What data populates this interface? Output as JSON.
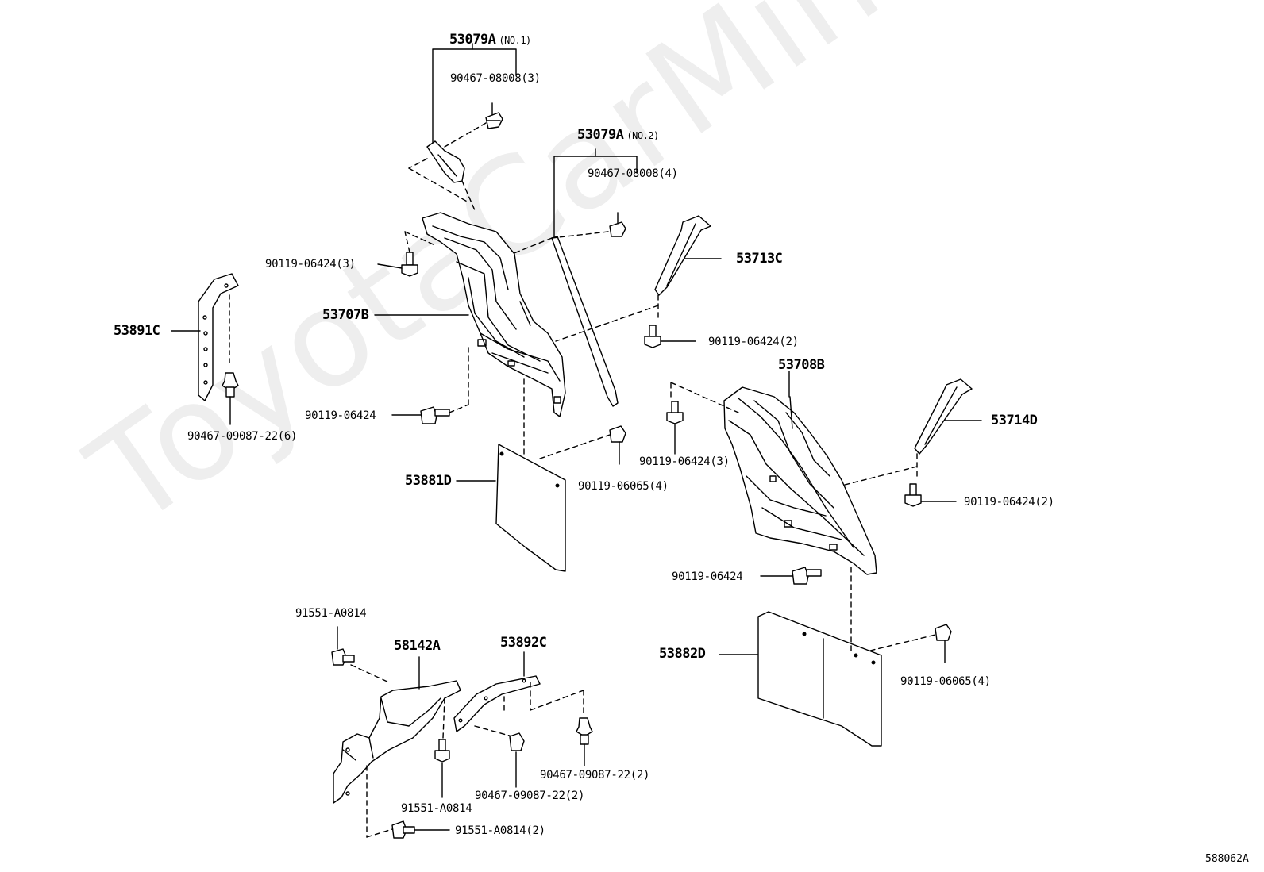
{
  "watermark": "ToyotaCarMine.ru",
  "diagram_code": "588062A",
  "parts": {
    "p53079A_1": {
      "number": "53079A",
      "note": "(NO.1)"
    },
    "p53079A_2": {
      "number": "53079A",
      "note": "(NO.2)"
    },
    "p53707B": "53707B",
    "p53708B": "53708B",
    "p53713C": "53713C",
    "p53714D": "53714D",
    "p53891C": "53891C",
    "p53881D": "53881D",
    "p53882D": "53882D",
    "p58142A": "58142A",
    "p53892C": "53892C"
  },
  "fasteners": {
    "f1": "90467-08008(3)",
    "f2": "90467-08008(4)",
    "f3": "90119-06424(3)",
    "f4": "90119-06424(2)",
    "f5": "90119-06424",
    "f6": "90467-09087-22(6)",
    "f7": "90119-06065(4)",
    "f8": "90119-06424(3)",
    "f9": "90119-06424(2)",
    "f10": "90119-06424",
    "f11": "90119-06065(4)",
    "f12": "91551-A0814",
    "f13": "91551-A0814",
    "f14": "91551-A0814(2)",
    "f15": "90467-09087-22(2)",
    "f16": "90467-09087-22(2)"
  }
}
